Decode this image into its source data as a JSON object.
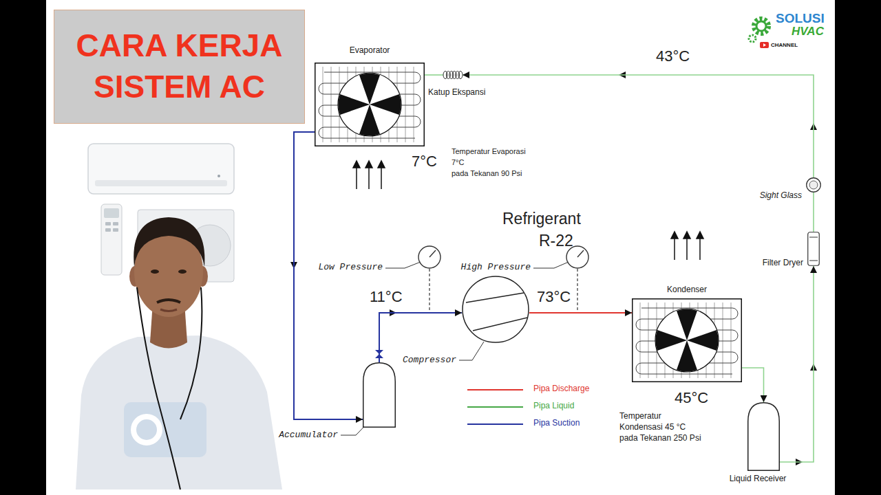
{
  "diagram": {
    "title": "CARA KERJA SISTEM AC",
    "nodes": [
      {
        "text": [
          "Evaporator"
        ]
      },
      {
        "text": [
          "Katup Ekspansi"
        ]
      },
      {
        "text": [
          "Sight Glass"
        ]
      },
      {
        "text": [
          "Compressor"
        ]
      },
      {
        "text": [
          "Filter Dryer"
        ]
      },
      {
        "text": [
          "Kondenser"
        ]
      },
      {
        "text": [
          "Accumulator"
        ]
      },
      {
        "text": [
          "Liquid Receiver"
        ]
      }
    ],
    "edges": [
      {
        "from": 3,
        "to": 5,
        "arrow": "to"
      },
      {
        "from": 5,
        "to": 7,
        "arrow": "to"
      },
      {
        "from": 7,
        "to": 4,
        "arrow": "to"
      },
      {
        "from": 4,
        "to": 2,
        "arrow": "none"
      },
      {
        "from": 2,
        "to": 1,
        "arrow": "to"
      },
      {
        "from": 1,
        "to": 0,
        "arrow": "none"
      },
      {
        "from": 0,
        "to": 6,
        "arrow": "to"
      },
      {
        "from": 6,
        "to": 3,
        "arrow": "to"
      }
    ],
    "labels": [
      "SOLUSI",
      "HVAC",
      "CHANNEL",
      "43°C",
      "7°C",
      "Temperatur Evaporasi",
      "7°C",
      "pada Tekanan 90 Psi",
      "Refrigerant",
      "R-22",
      "Low Pressure",
      "High Pressure",
      "11°C",
      "73°C",
      "45°C",
      "Temperatur",
      "Kondensasi 45 °C",
      "pada Tekanan 250 Psi"
    ],
    "legend": [
      {
        "text": "Pipa Discharge",
        "color": "#e0352f"
      },
      {
        "text": "Pipa Liquid",
        "color": "#45a845"
      },
      {
        "text": "Pipa Suction",
        "color": "#25339f"
      }
    ]
  }
}
